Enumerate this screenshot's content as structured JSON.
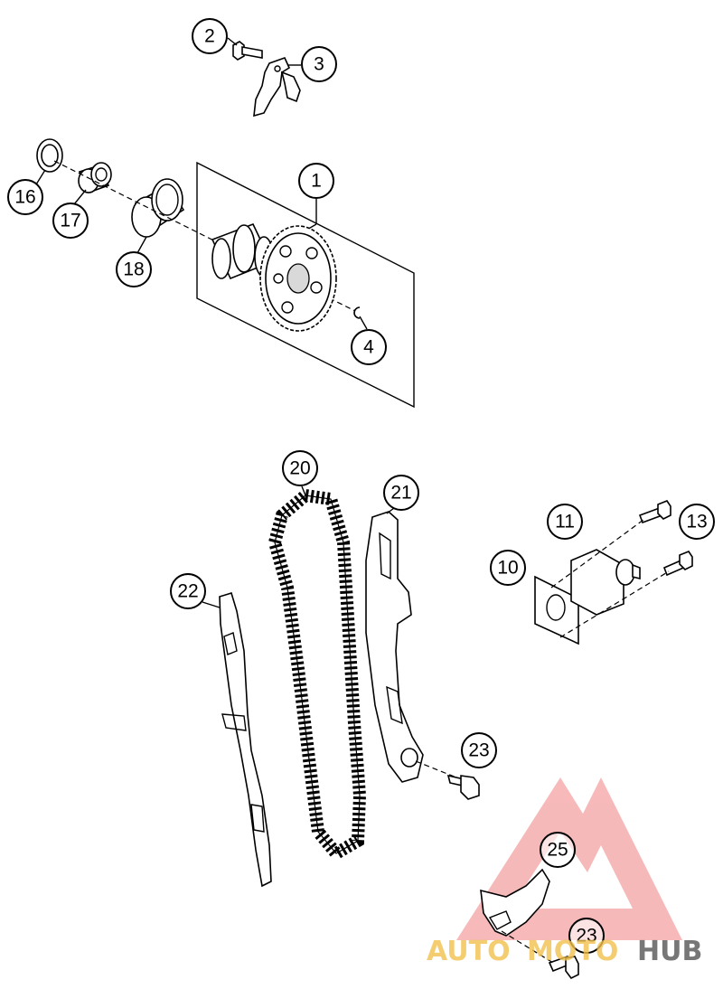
{
  "callouts": {
    "c1": "1",
    "c2": "2",
    "c3": "3",
    "c4": "4",
    "c10": "10",
    "c11": "11",
    "c13": "13",
    "c16": "16",
    "c17": "17",
    "c18": "18",
    "c20": "20",
    "c21": "21",
    "c22": "22",
    "c23a": "23",
    "c23b": "23",
    "c25": "25"
  },
  "watermark": {
    "word_auto": "AUTO",
    "word_moto": "MOTO",
    "word_hub": "HUB",
    "color_auto": "#f2c14e",
    "color_moto": "#f2c14e",
    "color_hub": "#555555",
    "triangle_color": "#f08080"
  }
}
